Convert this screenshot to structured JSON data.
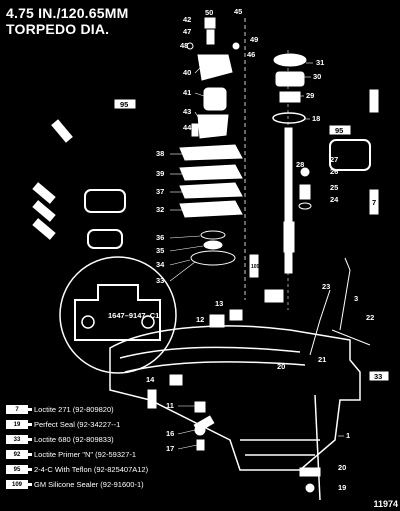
{
  "title": {
    "line1": "4.75 IN./120.65MM",
    "line2": "TORPEDO DIA."
  },
  "callouts": [
    "50",
    "45",
    "42",
    "47",
    "48",
    "46",
    "49",
    "31",
    "40",
    "30",
    "41",
    "95",
    "29",
    "43",
    "18",
    "95",
    "44",
    "38",
    "28",
    "27",
    "26",
    "39",
    "25",
    "24",
    "37",
    "32",
    "7",
    "36",
    "35",
    "34",
    "33",
    "109",
    "13",
    "12",
    "23",
    "3",
    "22",
    "21",
    "20",
    "14",
    "11",
    "1",
    "16",
    "17",
    "19",
    "20",
    "33"
  ],
  "magnified_label": "1647–9147–C1",
  "legend": [
    {
      "code": "7",
      "text": "Loctite 271 (92-809820)"
    },
    {
      "code": "19",
      "text": "Perfect Seal (92-34227--1"
    },
    {
      "code": "33",
      "text": "Loctite 680 (92-809833)"
    },
    {
      "code": "92",
      "text": "Loctite Primer \"N\" (92-59327-1"
    },
    {
      "code": "95",
      "text": "2-4-C With Teflon (92-825407A12)"
    },
    {
      "code": "109",
      "text": "GM Silicone Sealer (92-91600-1)"
    }
  ],
  "doc_number": "11974"
}
